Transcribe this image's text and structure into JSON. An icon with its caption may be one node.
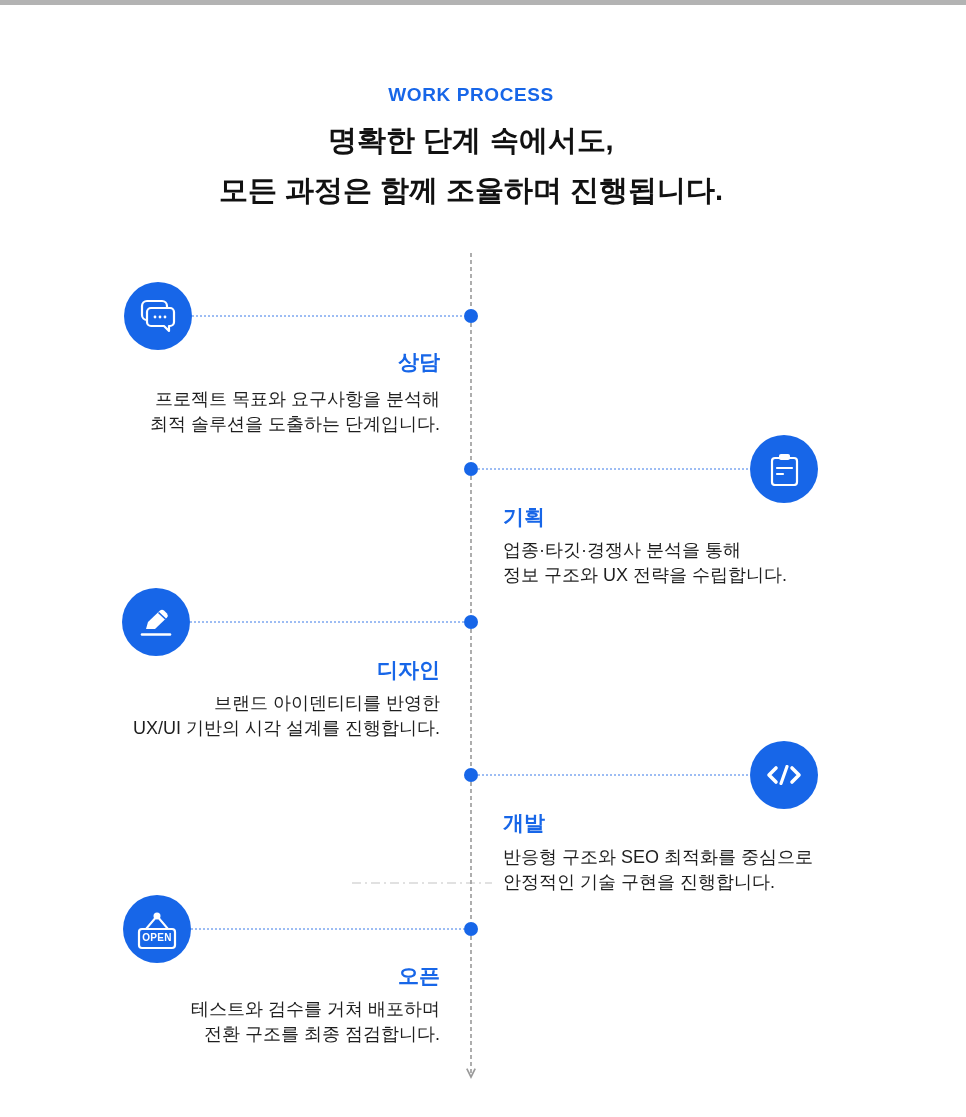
{
  "diagram": {
    "title": "명확한 단계 속에서도, 모든 과정은 함께 조율하며 진행됩니다.",
    "labels": [
      "WORK PROCESS"
    ],
    "nodes": [
      {
        "text": [],
        "shape": "circle",
        "beside": [
          "상담",
          "프로젝트 목표와 요구사항을 분석해 최적 솔루션을 도출하는 단계입니다."
        ]
      },
      {
        "text": [],
        "shape": "circle"
      },
      {
        "text": [],
        "shape": "circle"
      },
      {
        "text": [],
        "shape": "circle",
        "beside": [
          "기획",
          "업종·타깃·경쟁사 분석을 통해 정보 구조와 UX 전략을 수립합니다."
        ]
      },
      {
        "text": [],
        "shape": "circle",
        "beside": [
          "디자인",
          "브랜드 아이덴티티를 반영한 UX/UI 기반의 시각 설계를 진행합니다."
        ]
      },
      {
        "text": [],
        "shape": "circle"
      },
      {
        "text": [],
        "shape": "circle"
      },
      {
        "text": [],
        "shape": "circle",
        "beside": [
          "개발",
          "반응형 구조와 SEO 최적화를 중심으로 안정적인 기술 구현을 진행합니다."
        ]
      },
      {
        "text": [
          "OPEN"
        ],
        "beside": [
          "오픈",
          "테스트와 검수를 거쳐 배포하며 전환 구조를 최종 점검합니다."
        ]
      },
      {
        "text": [],
        "shape": "circle"
      }
    ],
    "edges": [
      {
        "from": 0,
        "to": 1,
        "arrow": "none",
        "style": "dashed",
        "color": "#3b7ae8"
      },
      {
        "from": 2,
        "to": 3,
        "arrow": "none",
        "style": "dashed",
        "color": "#3b7ae8"
      },
      {
        "from": 4,
        "to": 5,
        "arrow": "none",
        "style": "dashed",
        "color": "#3b7ae8"
      },
      {
        "from": 6,
        "to": 7,
        "arrow": "none",
        "style": "dashed",
        "color": "#3b7ae8"
      },
      {
        "from": 8,
        "to": 9,
        "arrow": "none",
        "style": "dashed",
        "color": "#3b7ae8"
      },
      {
        "from": null,
        "to": 1,
        "arrow": "none",
        "style": "dashed"
      },
      {
        "from": 1,
        "to": 2,
        "arrow": "none",
        "style": "dashed"
      },
      {
        "from": 2,
        "to": 5,
        "arrow": "none",
        "style": "dashed"
      },
      {
        "from": 5,
        "to": 6,
        "arrow": "none",
        "style": "dashed"
      },
      {
        "from": 6,
        "to": 9,
        "arrow": "none",
        "style": "dashed"
      },
      {
        "from": 9,
        "to": null,
        "arrow": "to",
        "style": "dashed"
      }
    ]
  }
}
